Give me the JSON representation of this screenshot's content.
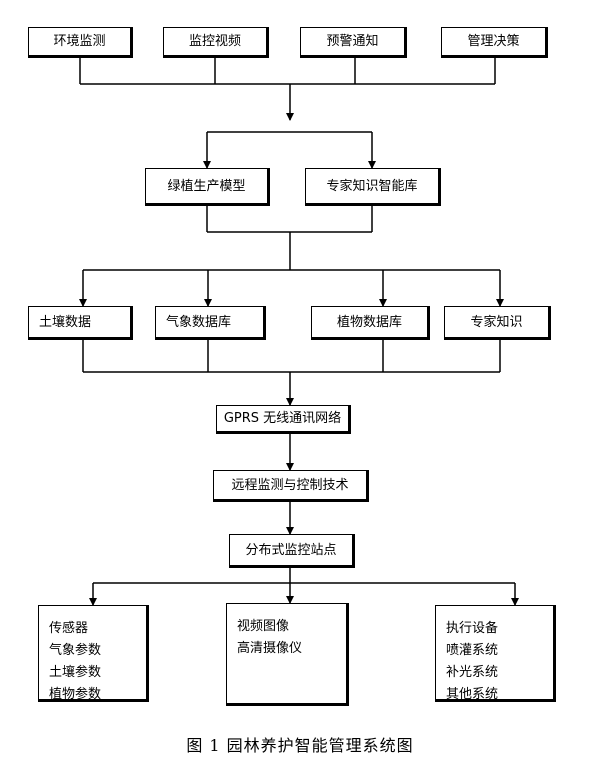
{
  "row1": [
    "环境监测",
    "监控视频",
    "预警通知",
    "管理决策"
  ],
  "row2": [
    "绿植生产模型",
    "专家知识智能库"
  ],
  "row3": [
    "土壤数据",
    "气象数据库",
    "植物数据库",
    "专家知识"
  ],
  "network": "GPRS 无线通讯网络",
  "remote": "远程监测与控制技术",
  "station": "分布式监控站点",
  "bottom": [
    [
      "传感器",
      "气象参数",
      "土壤参数",
      "植物参数"
    ],
    [
      "视频图像",
      "高清摄像仪"
    ],
    [
      "执行设备",
      "喷灌系统",
      "补光系统",
      "其他系统"
    ]
  ],
  "caption": "图 1  园林养护智能管理系统图"
}
